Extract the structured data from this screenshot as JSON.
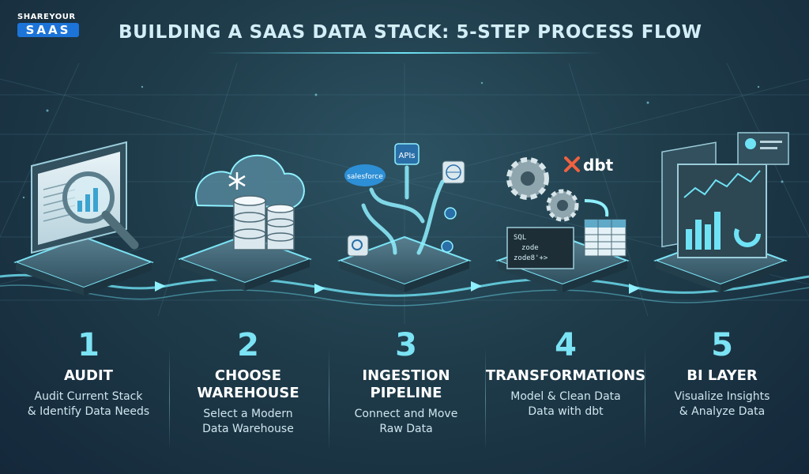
{
  "logo": {
    "top": "SHAREYOUR",
    "box": "SAAS"
  },
  "title": "BUILDING A SAAS DATA STACK: 5-STEP PROCESS FLOW",
  "labels": {
    "salesforce": "salesforce",
    "apis": "APIs",
    "dbt": "dbt",
    "sql": "SQL",
    "zode1": "zode",
    "zode2": "zode8'+>"
  },
  "steps": [
    {
      "num": "1",
      "title": "AUDIT",
      "desc1": "Audit Current Stack",
      "desc2": "& Identify Data Needs"
    },
    {
      "num": "2",
      "title1": "CHOOSE",
      "title2": "WAREHOUSE",
      "desc1": "Select a Modern",
      "desc2": "Data Warehouse"
    },
    {
      "num": "3",
      "title1": "INGESTION",
      "title2": "PIPELINE",
      "desc1": "Connect and Move",
      "desc2": "Raw Data"
    },
    {
      "num": "4",
      "title": "TRANSFORMATIONS",
      "desc1": "Model & Clean Data",
      "desc2": "Data with dbt"
    },
    {
      "num": "5",
      "title": "BI LAYER",
      "desc1": "Visualize Insights",
      "desc2": "& Analyze Data"
    }
  ],
  "colors": {
    "accent": "#7be3f4",
    "glow": "#5fd8ee",
    "background": "#1f3c4a"
  }
}
